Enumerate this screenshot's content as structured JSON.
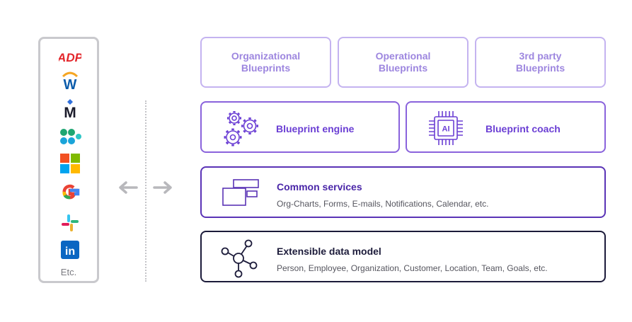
{
  "integrations": {
    "logos": [
      {
        "name": "adp-logo",
        "text": "ADP"
      },
      {
        "name": "workday-logo",
        "text": "W"
      },
      {
        "name": "m-logo",
        "text": "M"
      },
      {
        "name": "dots-logo",
        "text": ""
      },
      {
        "name": "microsoft-logo",
        "text": ""
      },
      {
        "name": "google-logo",
        "text": "G"
      },
      {
        "name": "slack-logo",
        "text": ""
      },
      {
        "name": "linkedin-logo",
        "text": "in"
      }
    ],
    "etc_label": "Etc."
  },
  "blueprints": {
    "organizational": [
      "Organizational",
      "Blueprints"
    ],
    "operational": [
      "Operational",
      "Blueprints"
    ],
    "third_party": [
      "3rd party",
      "Blueprints"
    ]
  },
  "engine": {
    "label": "Blueprint engine"
  },
  "coach": {
    "label": "Blueprint coach",
    "chip_text": "AI"
  },
  "common_services": {
    "title": "Common services",
    "description": "Org-Charts, Forms, E-mails, Notifications, Calendar, etc."
  },
  "data_model": {
    "title": "Extensible data model",
    "description": "Person, Employee, Organization, Customer, Location, Team, Goals, etc."
  },
  "colors": {
    "light_purple": "#c4b3f0",
    "mid_purple": "#8a63dc",
    "deep_purple": "#5a33b6",
    "navy": "#1c1b3a",
    "panel_gray": "#c9c9cd"
  }
}
